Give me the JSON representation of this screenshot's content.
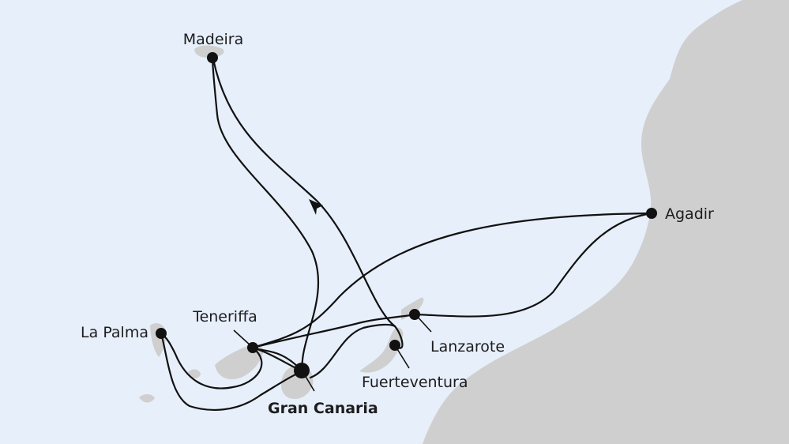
{
  "map": {
    "colors": {
      "sea": "#e7effa",
      "land": "#cfcfcf",
      "route": "#111111",
      "port": "#111111",
      "label": "#1d1d1f"
    },
    "ports": [
      {
        "id": "madeira",
        "name": "Madeira",
        "emphasis": false
      },
      {
        "id": "agadir",
        "name": "Agadir",
        "emphasis": false
      },
      {
        "id": "la-palma",
        "name": "La Palma",
        "emphasis": false
      },
      {
        "id": "teneriffa",
        "name": "Teneriffa",
        "emphasis": false
      },
      {
        "id": "lanzarote",
        "name": "Lanzarote",
        "emphasis": false
      },
      {
        "id": "fuerteventura",
        "name": "Fuerteventura",
        "emphasis": false
      },
      {
        "id": "gran-canaria",
        "name": "Gran Canaria",
        "emphasis": true
      }
    ],
    "start_port": "gran-canaria",
    "route_direction_icon": "arrowhead-icon"
  }
}
